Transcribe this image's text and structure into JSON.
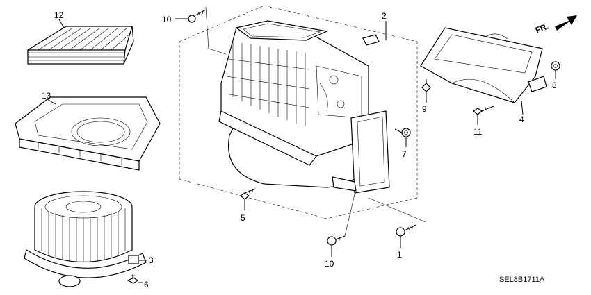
{
  "callouts": {
    "c1": "1",
    "c2": "2",
    "c3": "3",
    "c4": "4",
    "c5": "5",
    "c6": "6",
    "c7": "7",
    "c8": "8",
    "c9": "9",
    "c10a": "10",
    "c10b": "10",
    "c11": "11",
    "c12": "12",
    "c13": "13"
  },
  "direction_label": "FR.",
  "diagram_code": "SEL8B1711A",
  "icons": {
    "front_arrow": "arrow-right-icon"
  }
}
